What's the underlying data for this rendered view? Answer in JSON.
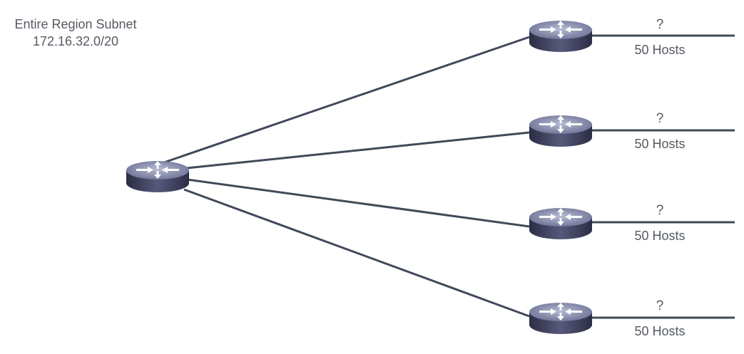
{
  "region": {
    "title": "Entire Region Subnet",
    "subnet": "172.16.32.0/20"
  },
  "core_router": {
    "icon": "router-icon"
  },
  "branches": [
    {
      "subnet": "?",
      "hosts": "50 Hosts",
      "icon": "router-icon"
    },
    {
      "subnet": "?",
      "hosts": "50 Hosts",
      "icon": "router-icon"
    },
    {
      "subnet": "?",
      "hosts": "50 Hosts",
      "icon": "router-icon"
    },
    {
      "subnet": "?",
      "hosts": "50 Hosts",
      "icon": "router-icon"
    }
  ],
  "colors": {
    "link": "#414a5a",
    "router_top": "#8a8fb0",
    "router_body": "#3d3f5c",
    "text": "#555a62"
  }
}
